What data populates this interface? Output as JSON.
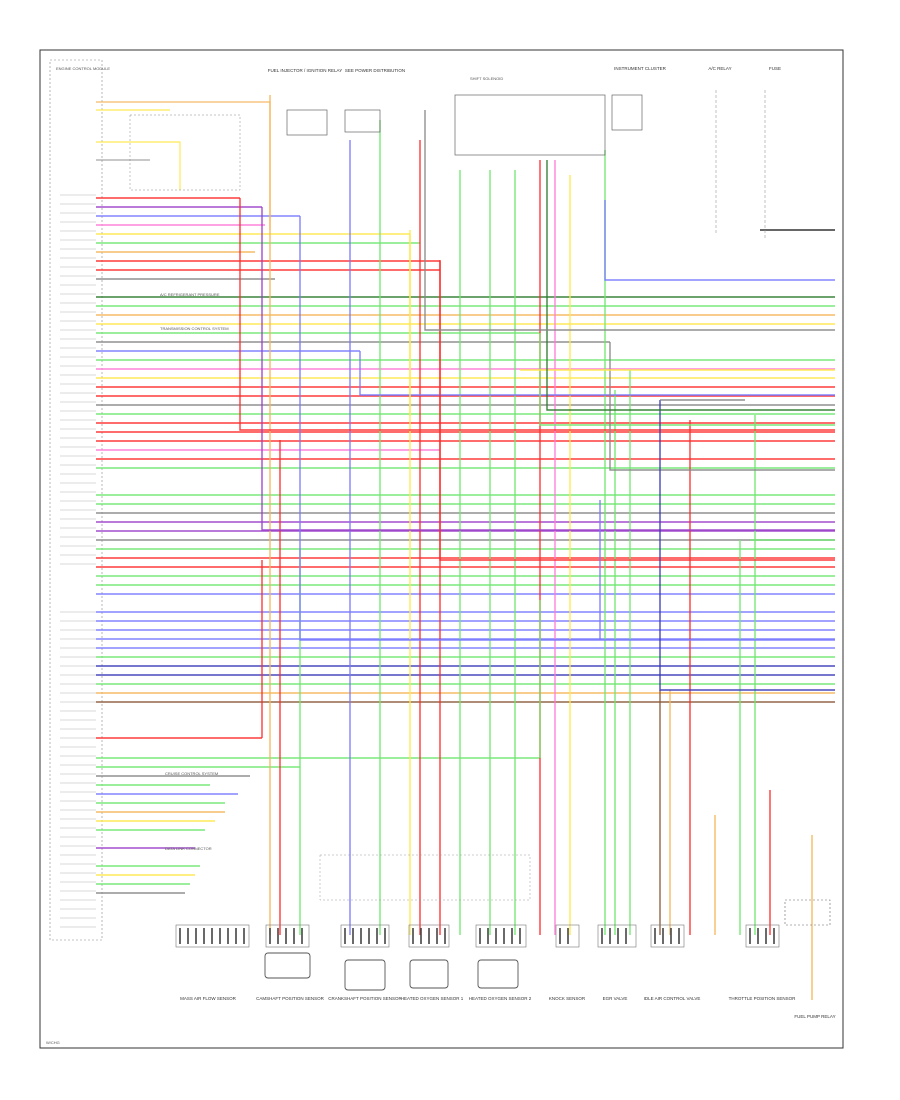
{
  "diagram": {
    "type": "wiring-schematic",
    "frame_labels": {
      "top_left": "ENGINE CONTROL MODULE",
      "bottom_left_code": "W/CHG"
    },
    "top_components": [
      "FUEL INJECTOR / IGNITION RELAY",
      "SEE POWER DISTRIBUTION",
      "INSTRUMENT CLUSTER",
      "A/C RELAY",
      "FUSE"
    ],
    "mid_note": "SHIFT SOLENOID",
    "ecm_side_notes": [
      "A/C REFRIGERANT PRESSURE",
      "TRANSMISSION CONTROL SYSTEM",
      "CRUISE CONTROL SYSTEM",
      "DATA LINK CONNECTOR"
    ],
    "bottom_components": [
      "MASS AIR FLOW SENSOR",
      "CAMSHAFT POSITION SENSOR",
      "CRANKSHAFT POSITION SENSOR",
      "HEATED OXYGEN SENSOR 1",
      "HEATED OXYGEN SENSOR 2",
      "KNOCK SENSOR",
      "EGR VALVE",
      "IDLE AIR CONTROL VALVE",
      "THROTTLE POSITION SENSOR",
      "FUEL PUMP RELAY"
    ],
    "wire_colors": {
      "red": "#ff2a2a",
      "green": "#6fe66f",
      "blue": "#7878ff",
      "yellow": "#ffe84a",
      "purple": "#9a3fc9",
      "orange": "#f5b55a",
      "pink": "#ff7ad9",
      "darkgreen": "#2a7a2a",
      "navy": "#3a3ab8",
      "brown": "#8a5a3a",
      "gray": "#888888",
      "black": "#222222"
    }
  }
}
